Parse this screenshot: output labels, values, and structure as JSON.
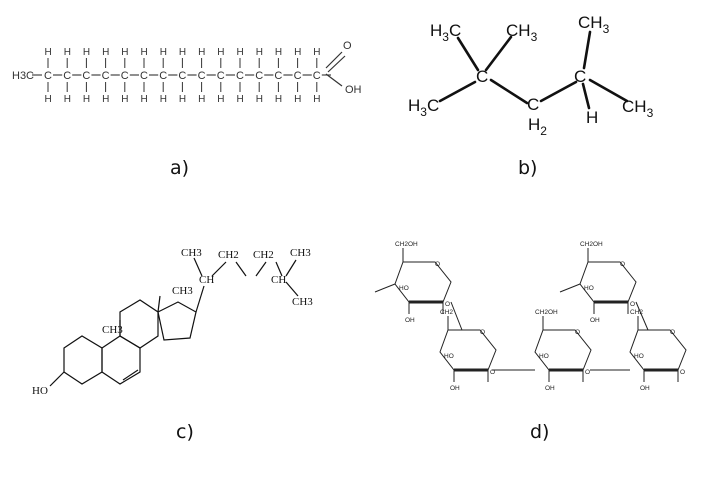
{
  "panels": {
    "a": {
      "label": "a)",
      "methyl": "H3C",
      "chain_carbon": "C",
      "hydrogen": "H",
      "carbonyl_oxygen": "O",
      "hydroxyl": "OH"
    },
    "b": {
      "label": "b)",
      "methyl_left_top": "H3C",
      "methyl_right_top": "CH3",
      "methyl_left_bottom": "H3C",
      "methylene": "CH2",
      "methyl_far_top": "CH3",
      "methyl_far_right": "CH3",
      "quaternary_carbon": "C",
      "tertiary_carbon": "C",
      "tertiary_hydrogen": "H"
    },
    "c": {
      "label": "c)",
      "side_chain": [
        "CH3",
        "CH2",
        "CH2",
        "CH3",
        "CH",
        "CH",
        "CH3"
      ],
      "angular_methyl_upper": "CH3",
      "angular_methyl_lower": "CH3",
      "hydroxyl": "HO"
    },
    "d": {
      "label": "d)",
      "ring_labels": [
        "CH2OH",
        "HO",
        "OH",
        "O",
        "CH2"
      ]
    }
  }
}
